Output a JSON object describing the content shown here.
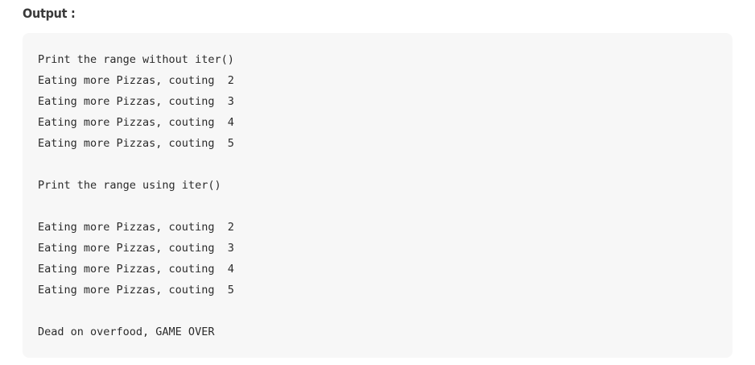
{
  "heading": "Output :",
  "output_lines": [
    "Print the range without iter()",
    "Eating more Pizzas, couting  2",
    "Eating more Pizzas, couting  3",
    "Eating more Pizzas, couting  4",
    "Eating more Pizzas, couting  5",
    "",
    "Print the range using iter()",
    "",
    "Eating more Pizzas, couting  2",
    "Eating more Pizzas, couting  3",
    "Eating more Pizzas, couting  4",
    "Eating more Pizzas, couting  5",
    "",
    "Dead on overfood, GAME OVER"
  ]
}
